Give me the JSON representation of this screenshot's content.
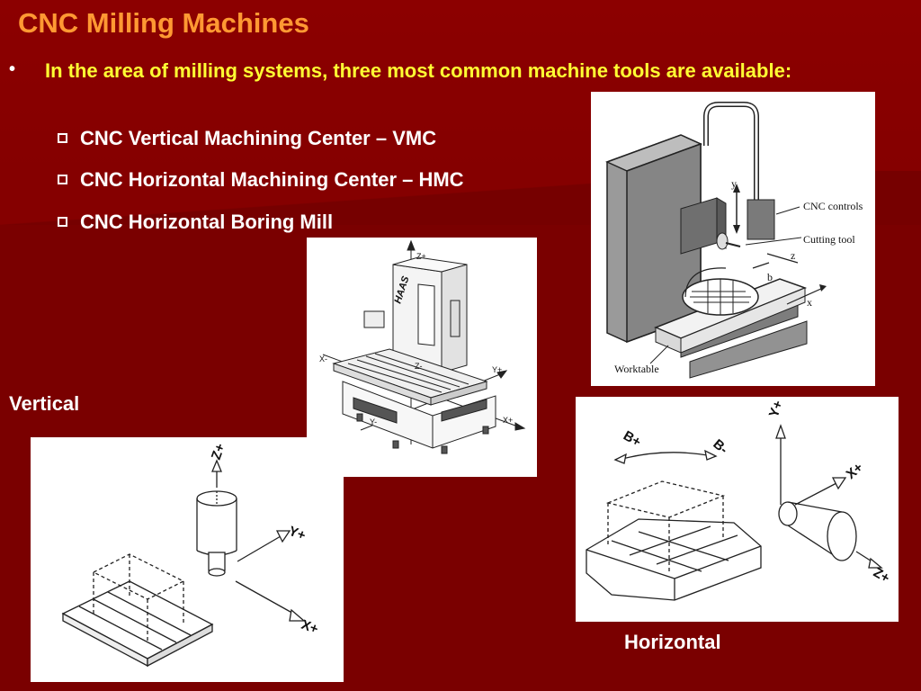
{
  "slide": {
    "title": "CNC Milling Machines",
    "bullet": "In the area of milling systems, three most common machine tools are available:",
    "items": [
      "CNC Vertical Machining Center – VMC",
      "CNC Horizontal Machining Center – HMC",
      "CNC Horizontal Boring Mill"
    ],
    "labels": {
      "vertical": "Vertical",
      "horizontal": "Horizontal"
    }
  },
  "figures": {
    "machine_labels": {
      "y": "y",
      "cnc_controls": "CNC controls",
      "cutting_tool": "Cutting tool",
      "z": "z",
      "b": "b",
      "x": "x",
      "worktable": "Worktable"
    },
    "haas_labels": {
      "z_plus": "Z+",
      "z_minus": "Z-",
      "x_minus": "X-",
      "x_plus": "X+",
      "y_plus": "Y+",
      "y_minus": "Y-",
      "brand": "HAAS"
    },
    "vertical_axes": {
      "z": "Z+",
      "y": "Y+",
      "x": "X+"
    },
    "horizontal_axes": {
      "y": "Y+",
      "b_plus": "B+",
      "b_minus": "B-",
      "x": "X+",
      "z": "Z+"
    }
  },
  "colors": {
    "background": "#7a0000",
    "title": "#ff9933",
    "bullet": "#ffff33",
    "text": "#ffffff"
  }
}
